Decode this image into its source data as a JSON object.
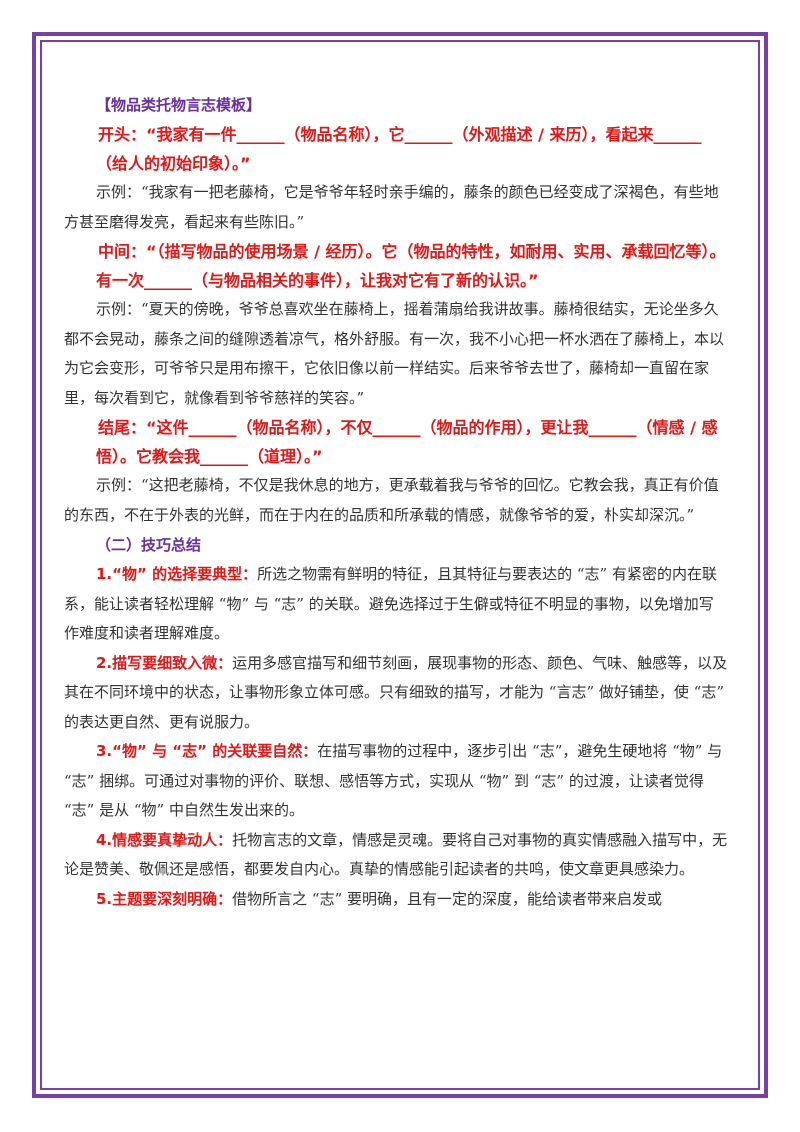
{
  "template_heading": "【物品类托物言志模板】",
  "sections": [
    {
      "template": "开头：“我家有一件______（物品名称），它______（外观描述 / 来历），看起来______（给人的初始印象）。”",
      "example": "示例：“我家有一把老藤椅，它是爷爷年轻时亲手编的，藤条的颜色已经变成了深褐色，有些地方甚至磨得发亮，看起来有些陈旧。”"
    },
    {
      "template": "中间：“（描写物品的使用场景 / 经历）。它（物品的特性，如耐用、实用、承载回忆等）。有一次______（与物品相关的事件），让我对它有了新的认识。”",
      "example": "示例：“夏天的傍晚，爷爷总喜欢坐在藤椅上，摇着蒲扇给我讲故事。藤椅很结实，无论坐多久都不会晃动，藤条之间的缝隙透着凉气，格外舒服。有一次，我不小心把一杯水洒在了藤椅上，本以为它会变形，可爷爷只是用布擦干，它依旧像以前一样结实。后来爷爷去世了，藤椅却一直留在家里，每次看到它，就像看到爷爷慈祥的笑容。”"
    },
    {
      "template": "结尾：“这件______（物品名称），不仅______（物品的作用），更让我______（情感 / 感悟）。它教会我______（道理）。”",
      "example": "示例：“这把老藤椅，不仅是我休息的地方，更承载着我与爷爷的回忆。它教会我，真正有价值的东西，不在于外表的光鲜，而在于内在的品质和所承载的情感，就像爷爷的爱，朴实却深沉。”"
    }
  ],
  "tips_heading": "（二）技巧总结",
  "tips": [
    {
      "lead": "1.“物” 的选择要典型：",
      "text": "所选之物需有鲜明的特征，且其特征与要表达的 “志” 有紧密的内在联系，能让读者轻松理解 “物” 与 “志” 的关联。避免选择过于生僻或特征不明显的事物，以免增加写作难度和读者理解难度。"
    },
    {
      "lead": "2.描写要细致入微：",
      "text": "运用多感官描写和细节刻画，展现事物的形态、颜色、气味、触感等，以及其在不同环境中的状态，让事物形象立体可感。只有细致的描写，才能为 “言志” 做好铺垫，使 “志” 的表达更自然、更有说服力。"
    },
    {
      "lead": "3.“物” 与 “志” 的关联要自然：",
      "text": "在描写事物的过程中，逐步引出 “志”，避免生硬地将 “物” 与 “志” 捆绑。可通过对事物的评价、联想、感悟等方式，实现从 “物” 到 “志” 的过渡，让读者觉得 “志” 是从 “物” 中自然生发出来的。"
    },
    {
      "lead": "4.情感要真挚动人：",
      "text": "托物言志的文章，情感是灵魂。要将自己对事物的真实情感融入描写中，无论是赞美、敬佩还是感悟，都要发自内心。真挚的情感能引起读者的共鸣，使文章更具感染力。"
    },
    {
      "lead": "5.主题要深刻明确：",
      "text": "借物所言之 “志” 要明确，且有一定的深度，能给读者带来启发或"
    }
  ],
  "colors": {
    "frame": "#7a3ea8",
    "heading": "#6a2fa0",
    "template_red": "#e01818"
  }
}
